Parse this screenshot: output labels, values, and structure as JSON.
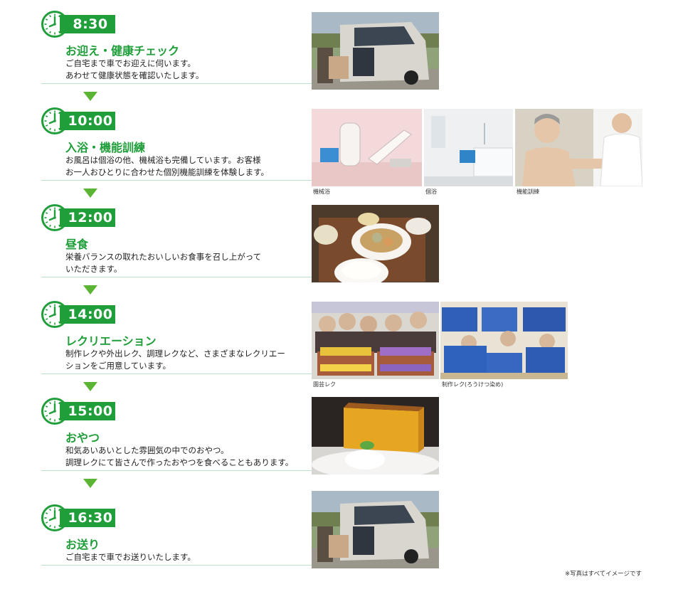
{
  "schedule": [
    {
      "time": "8:30",
      "title": "お迎え・健康チェック",
      "description": "ご自宅まで車でお迎えに伺います。\nあわせて健康状態を確認いたします。"
    },
    {
      "time": "10:00",
      "title": "入浴・機能訓練",
      "description": "お風呂は個浴の他、機械浴も完備しています。お客様\nお一人おひとりに合わせた個別機能訓練を体験します。",
      "captions": [
        "機械浴",
        "個浴",
        "機能訓練"
      ]
    },
    {
      "time": "12:00",
      "title": "昼食",
      "description": "栄養バランスの取れたおいしいお食事を召し上がって\nいただきます。"
    },
    {
      "time": "14:00",
      "title": "レクリエーション",
      "description": "制作レクや外出レク、調理レクなど、さまざまなレクリエー\nションをご用意しています。",
      "captions": [
        "園芸レク",
        "制作レク(ろうけつ染め)"
      ]
    },
    {
      "time": "15:00",
      "title": "おやつ",
      "description": "和気あいあいとした雰囲気の中でのおやつ。\n調理レクにて皆さんで作ったおやつを食べることもあります。"
    },
    {
      "time": "16:30",
      "title": "お送り",
      "description": "ご自宅まで車でお送りいたします。"
    }
  ],
  "footer": {
    "note": "※写真はすべてイメージです"
  },
  "colors": {
    "accent": "#1f9e3a",
    "arrow": "#5cb532",
    "divider": "#bfe0c8"
  }
}
